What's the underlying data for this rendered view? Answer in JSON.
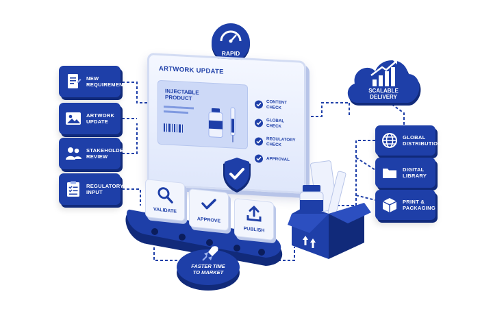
{
  "left_cards": [
    {
      "label": "New\nRequirement",
      "icon": "document-icon"
    },
    {
      "label": "Artwork\nUpdate",
      "icon": "image-icon"
    },
    {
      "label": "Stakeholder\nReview",
      "icon": "people-icon"
    },
    {
      "label": "Regulatory\nInput",
      "icon": "checklist-icon"
    }
  ],
  "right_cards": [
    {
      "label": "Global\nDistribution",
      "icon": "globe-icon"
    },
    {
      "label": "Digital\nLibrary",
      "icon": "folder-icon"
    },
    {
      "label": "Print &\nPackaging",
      "icon": "box-icon"
    }
  ],
  "rapid": {
    "label": "RAPID",
    "icon": "speedometer-icon"
  },
  "cloud": {
    "label": "SCALABLE\nDELIVERY",
    "icon": "bar-chart-icon"
  },
  "monitor": {
    "title": "ARTWORK UPDATE",
    "product_label": "INJECTABLE\nPRODUCT",
    "checks": [
      {
        "label": "CONTENT\nCHECK"
      },
      {
        "label": "GLOBAL\nCHECK"
      },
      {
        "label": "REGULATORY\nCHECK"
      },
      {
        "label": "APPROVAL"
      }
    ]
  },
  "conveyor": {
    "tiles": [
      {
        "label": "VALIDATE",
        "icon": "magnifier-icon"
      },
      {
        "label": "APPROVE",
        "icon": "checkmark-icon"
      },
      {
        "label": "PUBLISH",
        "icon": "upload-icon"
      }
    ]
  },
  "market": {
    "label": "FASTER TIME\nTO MARKET",
    "icon": "rocket-icon"
  },
  "colors": {
    "primary": "#1e3fa8",
    "dark": "#112a7a",
    "light": "#dfe7fb"
  }
}
